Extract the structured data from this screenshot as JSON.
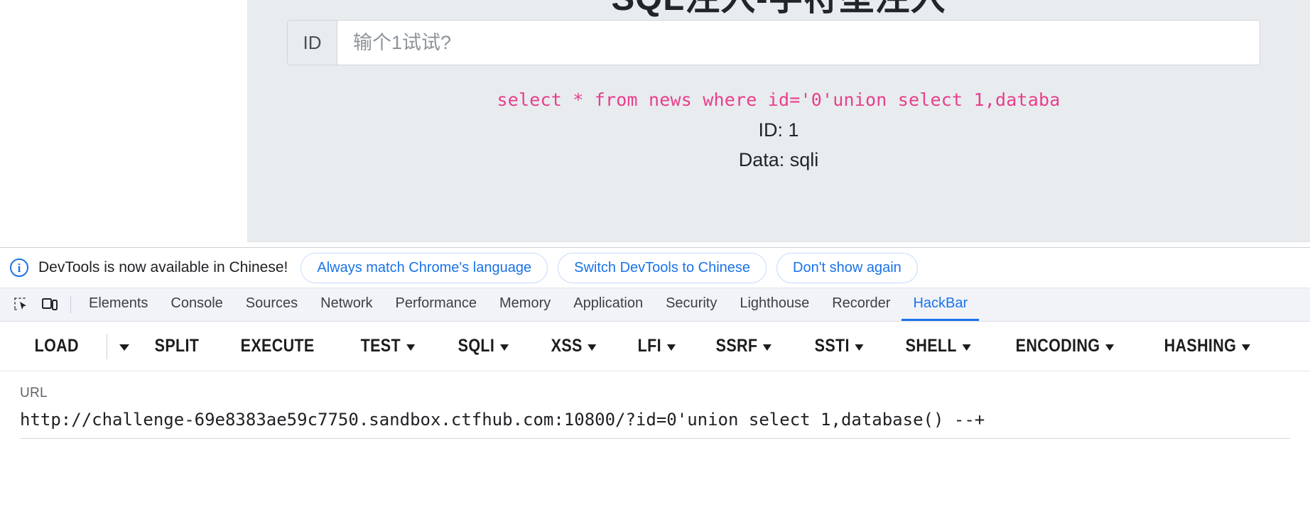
{
  "page": {
    "heading": "SQL注入-字符型注入",
    "input_group": {
      "prefix_label": "ID",
      "placeholder": "输个1试试?",
      "value": ""
    },
    "sql_echo": "select * from news where id='0'union select 1,databa",
    "result_id": "ID: 1",
    "result_data": "Data: sqli",
    "background_color": "#e8ecef",
    "sql_color": "#e83e8c"
  },
  "devtools": {
    "notification": {
      "icon": "info-icon",
      "message": "DevTools is now available in Chinese!",
      "buttons": [
        {
          "label": "Always match Chrome's language",
          "name": "always-match-chrome-language-button"
        },
        {
          "label": "Switch DevTools to Chinese",
          "name": "switch-devtools-to-chinese-button"
        },
        {
          "label": "Don't show again",
          "name": "dont-show-again-button"
        }
      ],
      "link_color": "#1a73e8"
    },
    "toolbar_icons": [
      {
        "name": "inspect-element-icon"
      },
      {
        "name": "device-toolbar-icon"
      }
    ],
    "tabs": [
      {
        "label": "Elements",
        "active": false
      },
      {
        "label": "Console",
        "active": false
      },
      {
        "label": "Sources",
        "active": false
      },
      {
        "label": "Network",
        "active": false
      },
      {
        "label": "Performance",
        "active": false
      },
      {
        "label": "Memory",
        "active": false
      },
      {
        "label": "Application",
        "active": false
      },
      {
        "label": "Security",
        "active": false
      },
      {
        "label": "Lighthouse",
        "active": false
      },
      {
        "label": "Recorder",
        "active": false
      },
      {
        "label": "HackBar",
        "active": true
      }
    ],
    "active_tab": "HackBar",
    "active_tab_color": "#1a73e8"
  },
  "hackbar": {
    "buttons": [
      {
        "label": "LOAD",
        "caret": false,
        "separator_after": true
      },
      {
        "label": "SPLIT",
        "caret": false
      },
      {
        "label": "EXECUTE",
        "caret": false
      },
      {
        "label": "TEST",
        "caret": true
      },
      {
        "label": "SQLI",
        "caret": true
      },
      {
        "label": "XSS",
        "caret": true
      },
      {
        "label": "LFI",
        "caret": true
      },
      {
        "label": "SSRF",
        "caret": true
      },
      {
        "label": "SSTI",
        "caret": true
      },
      {
        "label": "SHELL",
        "caret": true
      },
      {
        "label": "ENCODING",
        "caret": true
      },
      {
        "label": "HASHING",
        "caret": true
      }
    ],
    "load_dropdown_caret": "caret-down-icon",
    "url_label": "URL",
    "url_value": "http://challenge-69e8383ae59c7750.sandbox.ctfhub.com:10800/?id=0'union select 1,database() --+"
  }
}
